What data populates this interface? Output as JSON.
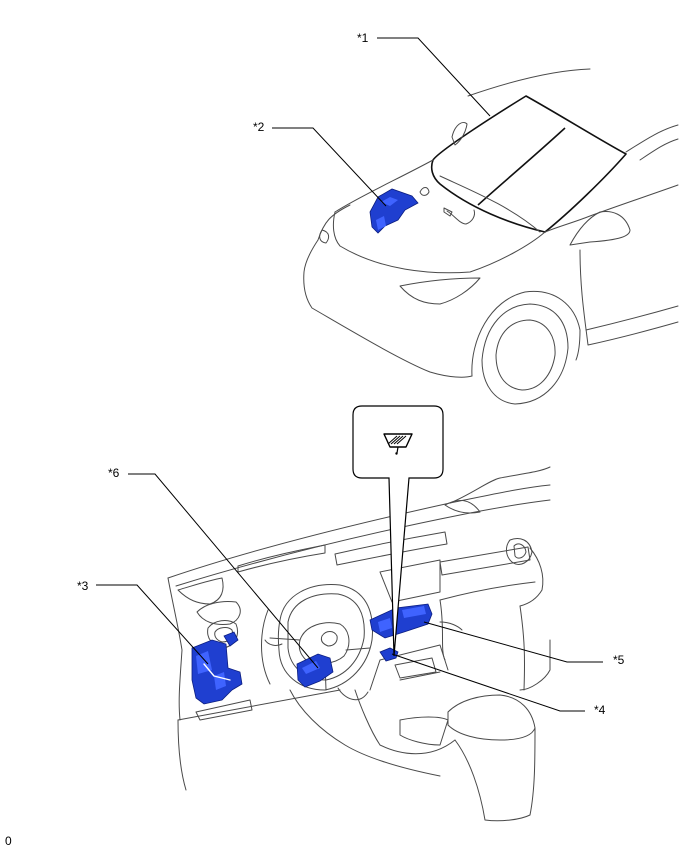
{
  "callouts": {
    "c1": "*1",
    "c2": "*2",
    "c3": "*3",
    "c4": "*4",
    "c5": "*5",
    "c6": "*6"
  },
  "footer_code": "0",
  "symbol": {
    "icon": "windshield-wiper-washer-icon"
  },
  "colors": {
    "component": "#1f3fd0",
    "line": "#4a4a4a"
  }
}
